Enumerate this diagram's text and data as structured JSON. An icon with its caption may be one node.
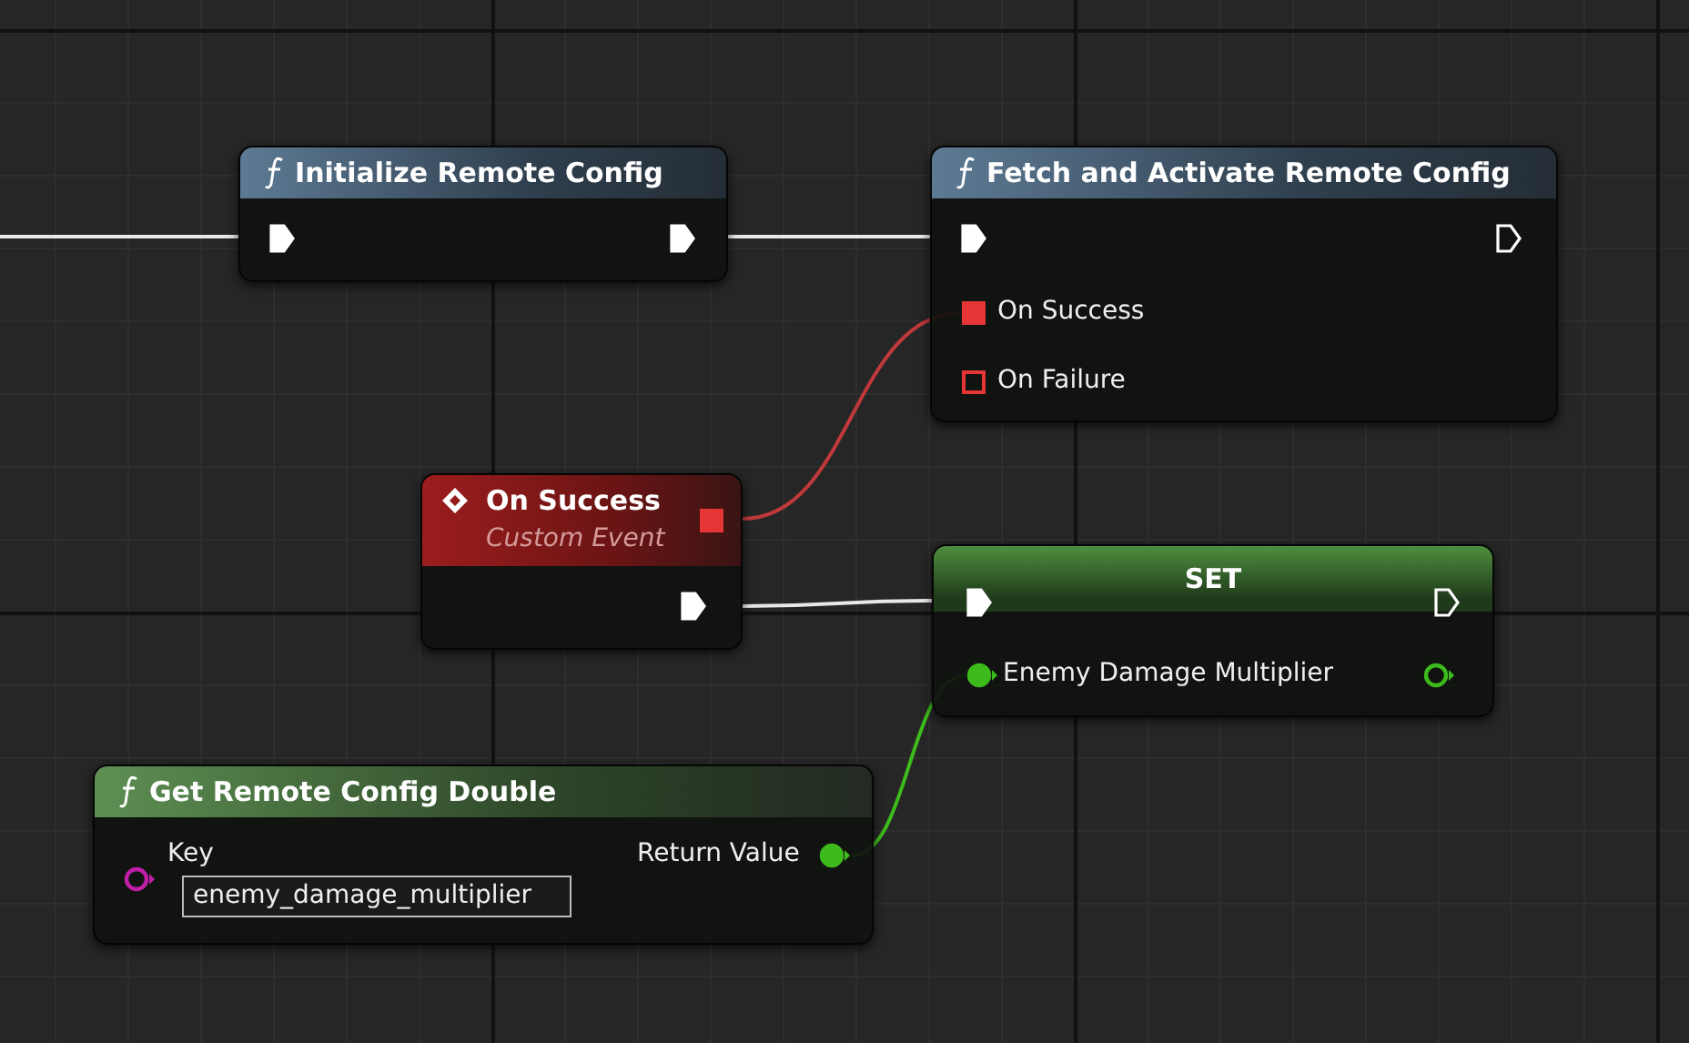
{
  "diagram": {
    "nodes": [
      {
        "text": [
          "Initialize Remote Config"
        ]
      },
      {
        "text": [
          "Fetch and Activate Remote Config"
        ]
      },
      {
        "text": [
          "On Success"
        ],
        "in": 1
      },
      {
        "text": [
          "On Failure"
        ],
        "in": 1
      },
      {
        "text": [
          "On Success",
          "Custom Event"
        ]
      },
      {
        "text": [
          "SET"
        ]
      },
      {
        "text": [
          "Enemy Damage Multiplier"
        ],
        "in": 5
      },
      {
        "text": [
          "Get Remote Config Double"
        ]
      },
      {
        "text": [
          "Key"
        ],
        "in": 7
      },
      {
        "text": [
          "Return Value"
        ],
        "in": 7
      },
      {
        "text": [
          "enemy_damage_multiplier"
        ],
        "in": 7
      }
    ],
    "edges": [
      {
        "from": null,
        "to": 0,
        "arrow": "none"
      },
      {
        "from": 0,
        "to": 1,
        "arrow": "none"
      },
      {
        "from": 4,
        "to": 2,
        "arrow": "none",
        "color": "#c0393b"
      },
      {
        "from": 4,
        "to": 5,
        "arrow": "none"
      },
      {
        "from": 9,
        "to": 6,
        "arrow": "none",
        "color": "#3dbb1c"
      }
    ]
  }
}
